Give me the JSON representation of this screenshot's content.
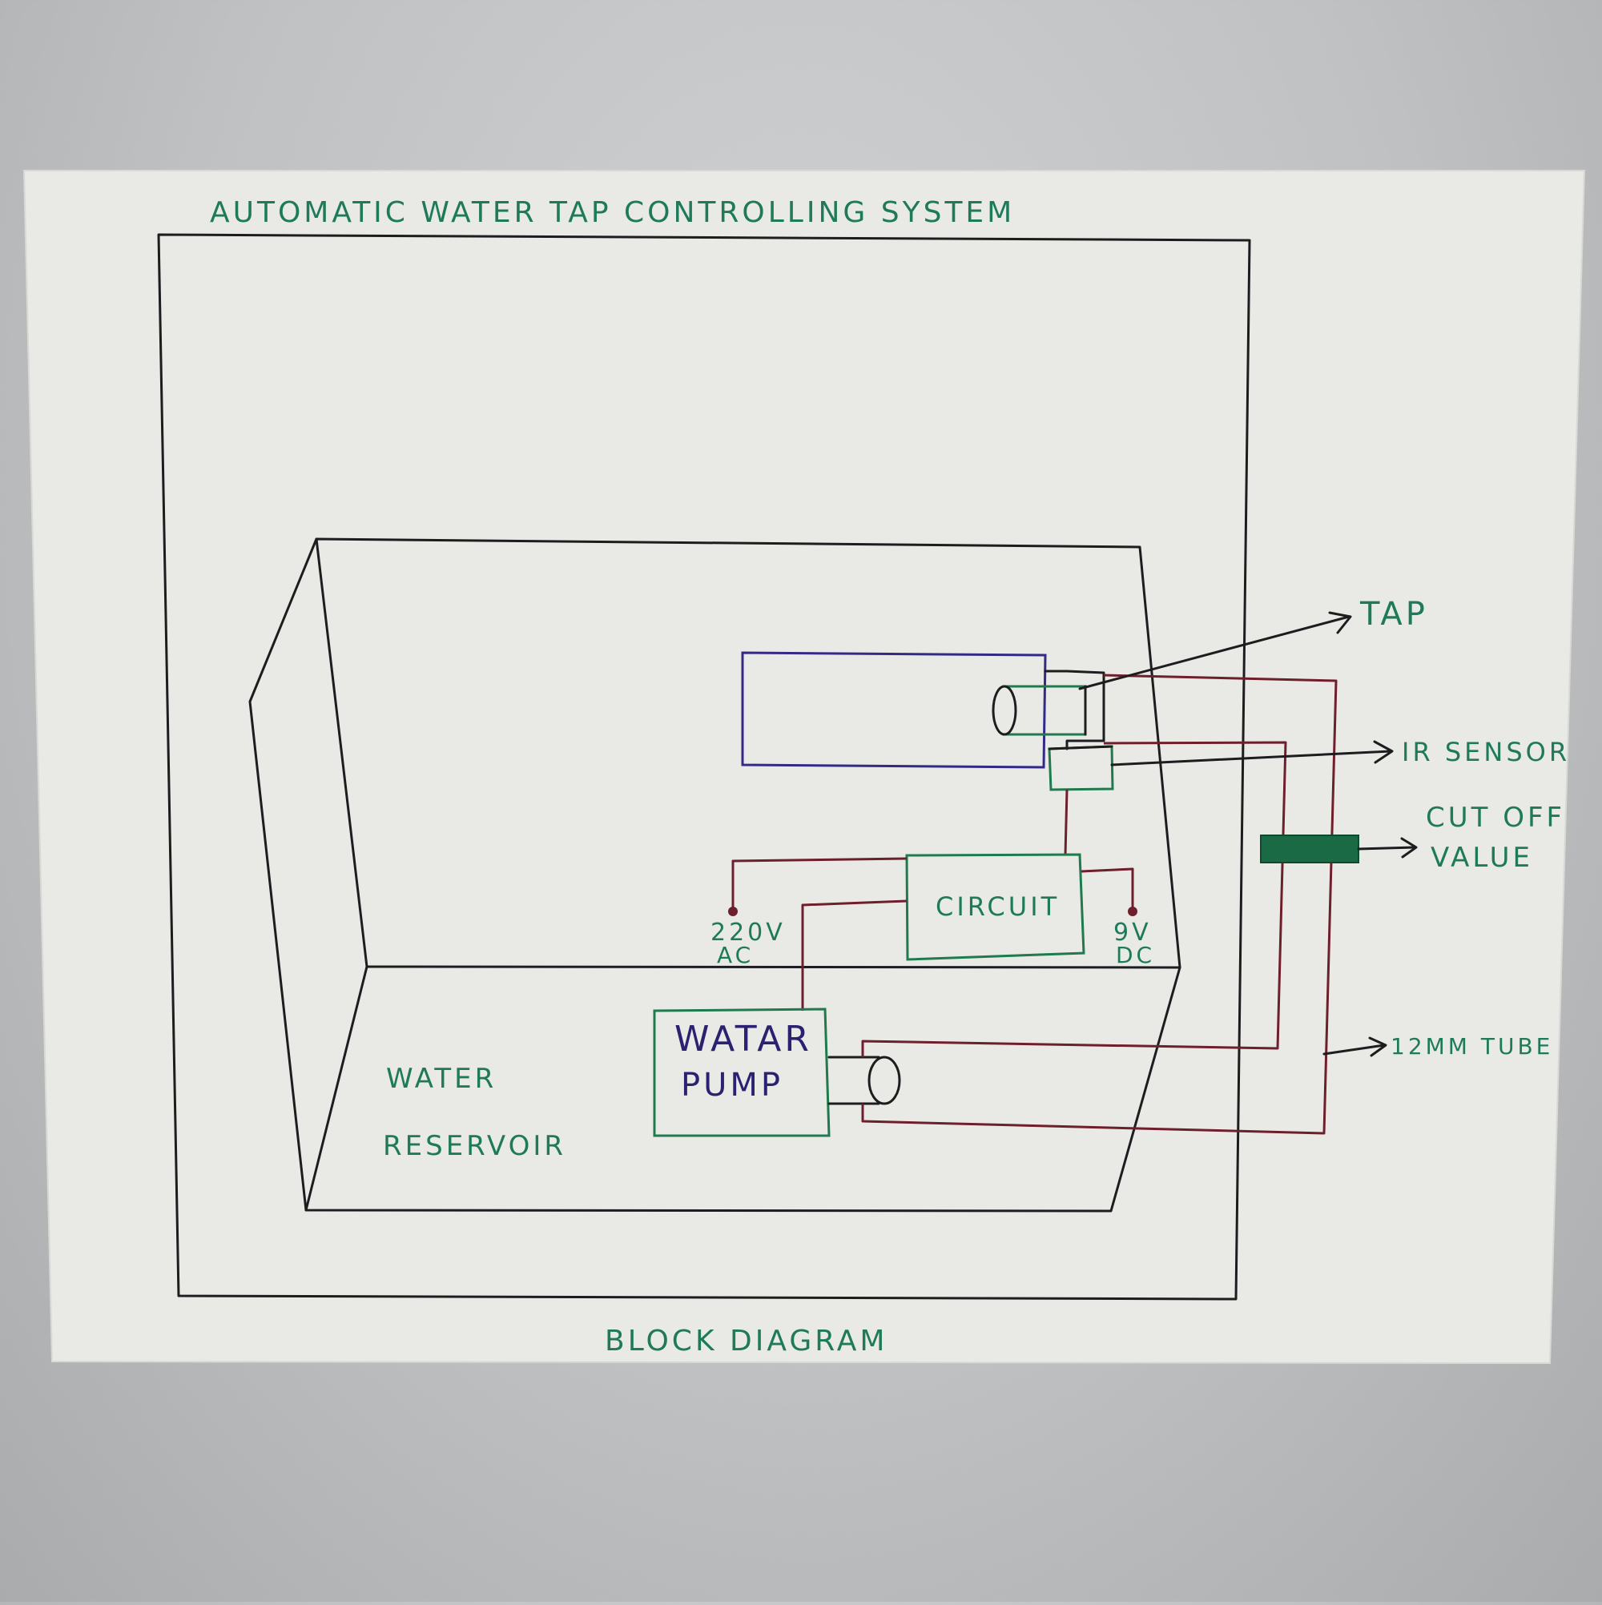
{
  "title": "AUTOMATIC WATER TAP CONTROLLING SYSTEM",
  "caption": "BLOCK DIAGRAM",
  "labels": {
    "tap": "TAP",
    "ir_sensor": "IR SENSOR",
    "cutoff_line1": "CUT OFF",
    "cutoff_line2": "VALUE",
    "tube": "12MM TUBE",
    "circuit": "CIRCUIT",
    "ac_line1": "220V",
    "ac_line2": "AC",
    "dc_line1": "9V",
    "dc_line2": "DC",
    "pump_line1": "WATAR",
    "pump_line2": "PUMP",
    "reservoir_line1": "WATER",
    "reservoir_line2": "RESERVOIR"
  },
  "colors": {
    "ink_green": "#1f7a5a",
    "ink_navy": "#2a2270",
    "wire_maroon": "#6e1f2c",
    "line_black": "#1d1d1f",
    "valve_green": "#1a6b45"
  }
}
